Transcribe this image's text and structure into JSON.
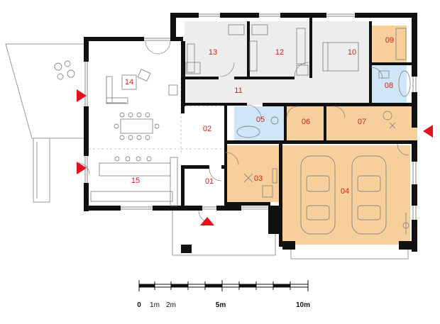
{
  "colors": {
    "wall": "#111111",
    "floor_white": "#ffffff",
    "floor_grey": "#ededed",
    "floor_orange": "#f7cf9a",
    "floor_blue": "#cfe6f7",
    "label": "#d0211f",
    "entrance_arrow": "#e0141e",
    "furniture": "#8a8a8a"
  },
  "rooms": [
    {
      "id": "01",
      "label": "01"
    },
    {
      "id": "02",
      "label": "02"
    },
    {
      "id": "03",
      "label": "03"
    },
    {
      "id": "04",
      "label": "04"
    },
    {
      "id": "05",
      "label": "05"
    },
    {
      "id": "06",
      "label": "06"
    },
    {
      "id": "07",
      "label": "07"
    },
    {
      "id": "08",
      "label": "08"
    },
    {
      "id": "09",
      "label": "09"
    },
    {
      "id": "10",
      "label": "10"
    },
    {
      "id": "11",
      "label": "11"
    },
    {
      "id": "12",
      "label": "12"
    },
    {
      "id": "13",
      "label": "13"
    },
    {
      "id": "14",
      "label": "14"
    },
    {
      "id": "15",
      "label": "15"
    }
  ],
  "scale_bar": {
    "labels": [
      "0",
      "1m",
      "2m",
      "5m",
      "10m"
    ]
  },
  "icons": {
    "entrance": "triangle-arrow-icon",
    "car": "car-icon",
    "bed": "bed-icon",
    "sofa": "sofa-icon",
    "dining": "dining-table-icon",
    "bath": "bathtub-icon"
  }
}
